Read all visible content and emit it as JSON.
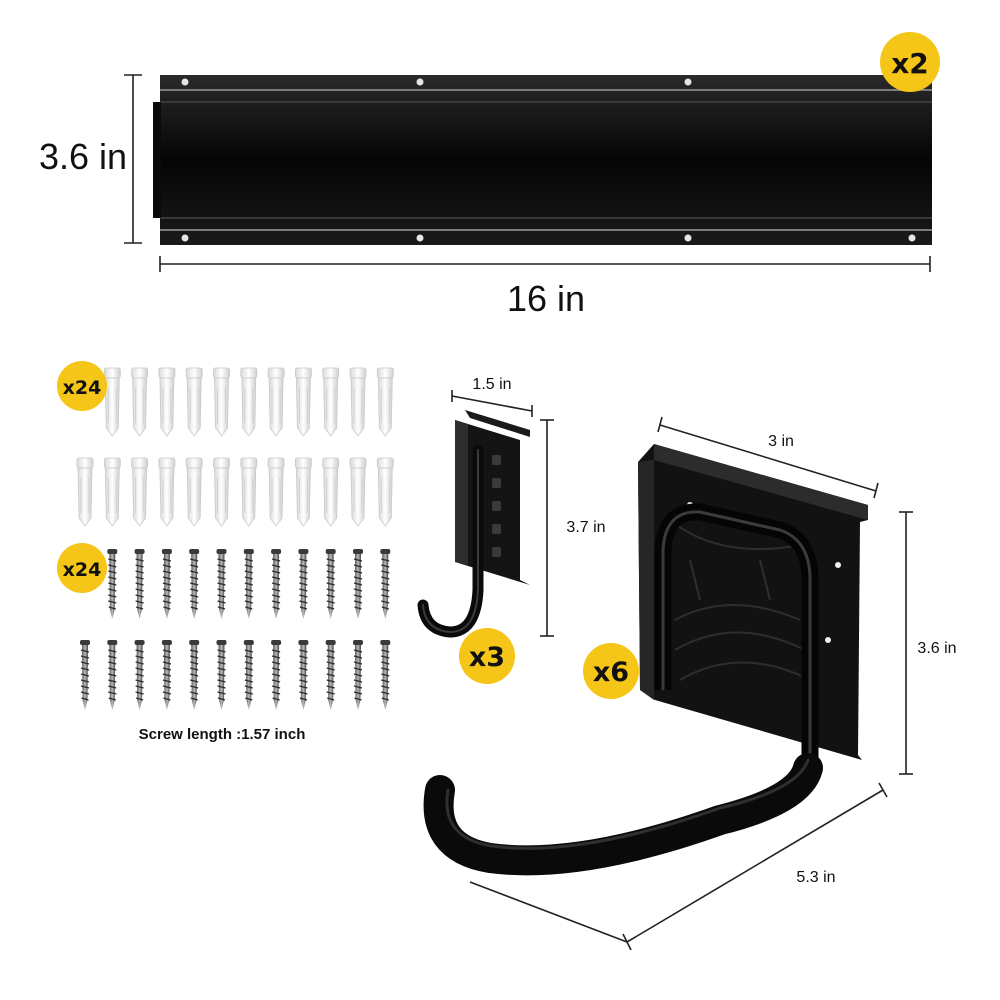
{
  "rail": {
    "height_label": "3.6 in",
    "width_label": "16 in",
    "qty_label": "x2"
  },
  "anchors": {
    "qty_label": "x24"
  },
  "screws": {
    "qty_label": "x24",
    "length_caption": "Screw length :1.57 inch"
  },
  "small_hook": {
    "width_label": "1.5 in",
    "height_label": "3.7 in",
    "qty_label": "x3"
  },
  "large_hook": {
    "width_label": "3 in",
    "height_label": "3.6 in",
    "depth_label": "5.3 in",
    "qty_label": "x6"
  },
  "colors": {
    "badge": "#f5c518",
    "metal": "#111111",
    "plastic": "#f2f2f2"
  }
}
